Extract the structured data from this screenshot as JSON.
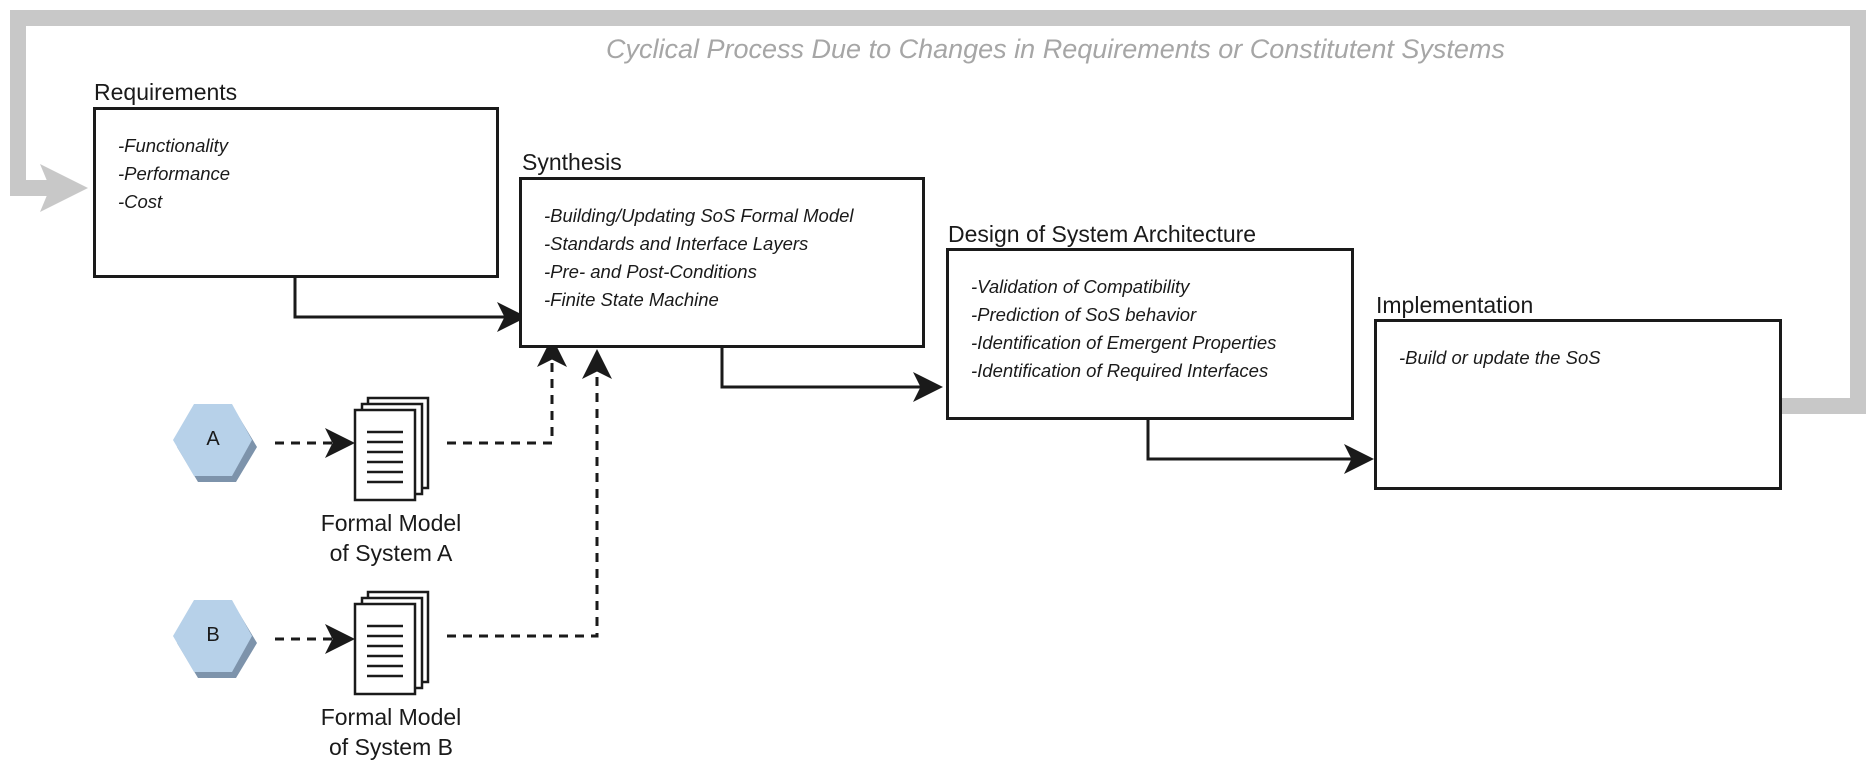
{
  "cycle_label": "Cyclical Process Due to Changes in  Requirements or Constitutent Systems",
  "stages": {
    "requirements": {
      "title": "Requirements",
      "items": [
        "-Functionality",
        "-Performance",
        "-Cost"
      ]
    },
    "synthesis": {
      "title": "Synthesis",
      "items": [
        "-Building/Updating SoS Formal Model",
        "-Standards and Interface Layers",
        "-Pre- and Post-Conditions",
        "-Finite State Machine"
      ]
    },
    "design": {
      "title": "Design of System Architecture",
      "items": [
        "-Validation of Compatibility",
        "-Prediction of SoS behavior",
        "-Identification of Emergent Properties",
        "-Identification of Required Interfaces"
      ]
    },
    "implementation": {
      "title": "Implementation",
      "items": [
        "-Build or update the SoS"
      ]
    }
  },
  "systems": {
    "a": {
      "letter": "A",
      "caption_line1": "Formal Model",
      "caption_line2": "of System A"
    },
    "b": {
      "letter": "B",
      "caption_line1": "Formal Model",
      "caption_line2": "of System B"
    }
  },
  "colors": {
    "cycle_arrow": "#c8c8c8",
    "hexagon_fill": "#b7d1e9",
    "hexagon_shade": "#7d93ab",
    "line": "#1a1a1a"
  }
}
